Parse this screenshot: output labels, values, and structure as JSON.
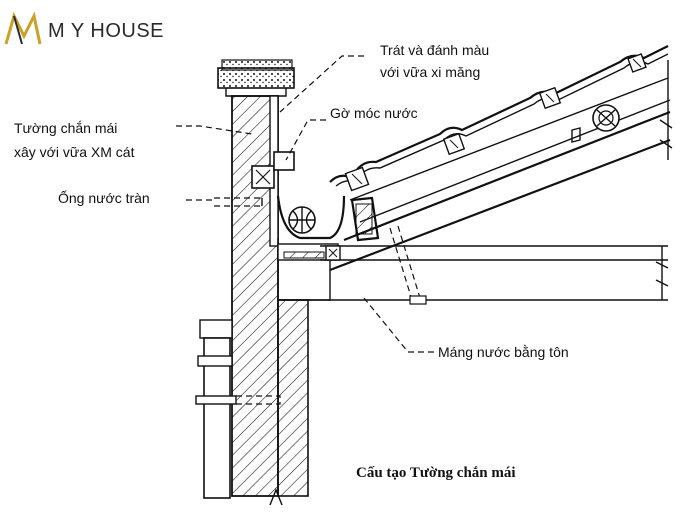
{
  "logo": {
    "text": "M Y HOUSE",
    "accent_color": "#c9a227"
  },
  "labels": {
    "plaster": "Trát và đánh màu",
    "plaster_2": "với vữa xi măng",
    "drip_edge": "Gờ móc nước",
    "parapet_wall": "Tường chắn mái",
    "parapet_wall_2": "xây với vữa XM cát",
    "overflow_pipe": "Ống nước tràn",
    "gutter": "Máng nước bằng tôn"
  },
  "caption": "Cấu tạo Tường chắn mái"
}
